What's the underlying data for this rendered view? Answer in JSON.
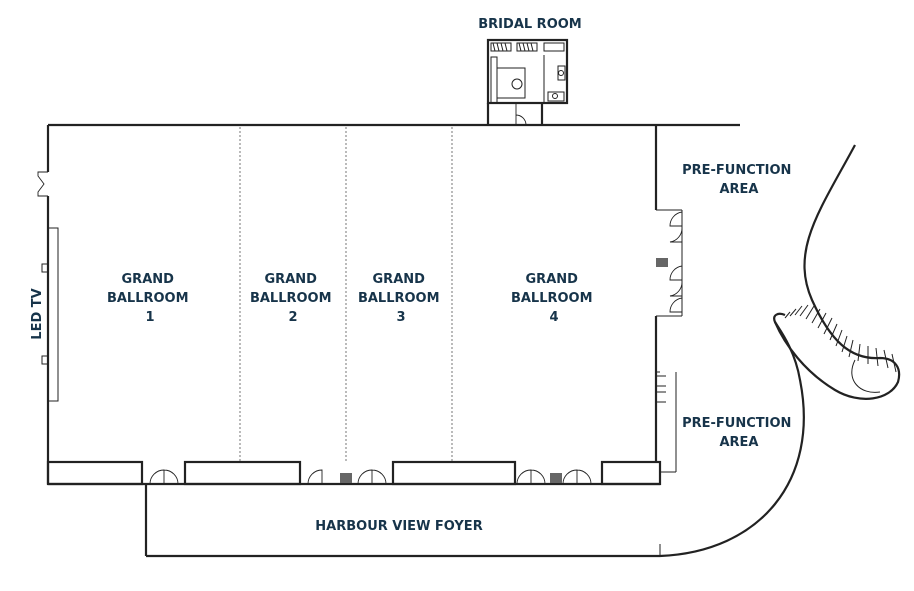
{
  "rooms": {
    "bridal": "BRIDAL ROOM",
    "gb1": [
      "GRAND",
      "BALLROOM",
      "1"
    ],
    "gb2": [
      "GRAND",
      "BALLROOM",
      "2"
    ],
    "gb3": [
      "GRAND",
      "BALLROOM",
      "3"
    ],
    "gb4": [
      "GRAND",
      "BALLROOM",
      "4"
    ],
    "prefunction_upper": [
      "PRE-FUNCTION",
      "AREA"
    ],
    "prefunction_lower": [
      "PRE-FUNCTION",
      "AREA"
    ],
    "foyer": "HARBOUR VIEW FOYER",
    "led_tv": "LED TV"
  },
  "colors": {
    "label": "#17344a",
    "wall": "#222222",
    "column": "#666666"
  }
}
